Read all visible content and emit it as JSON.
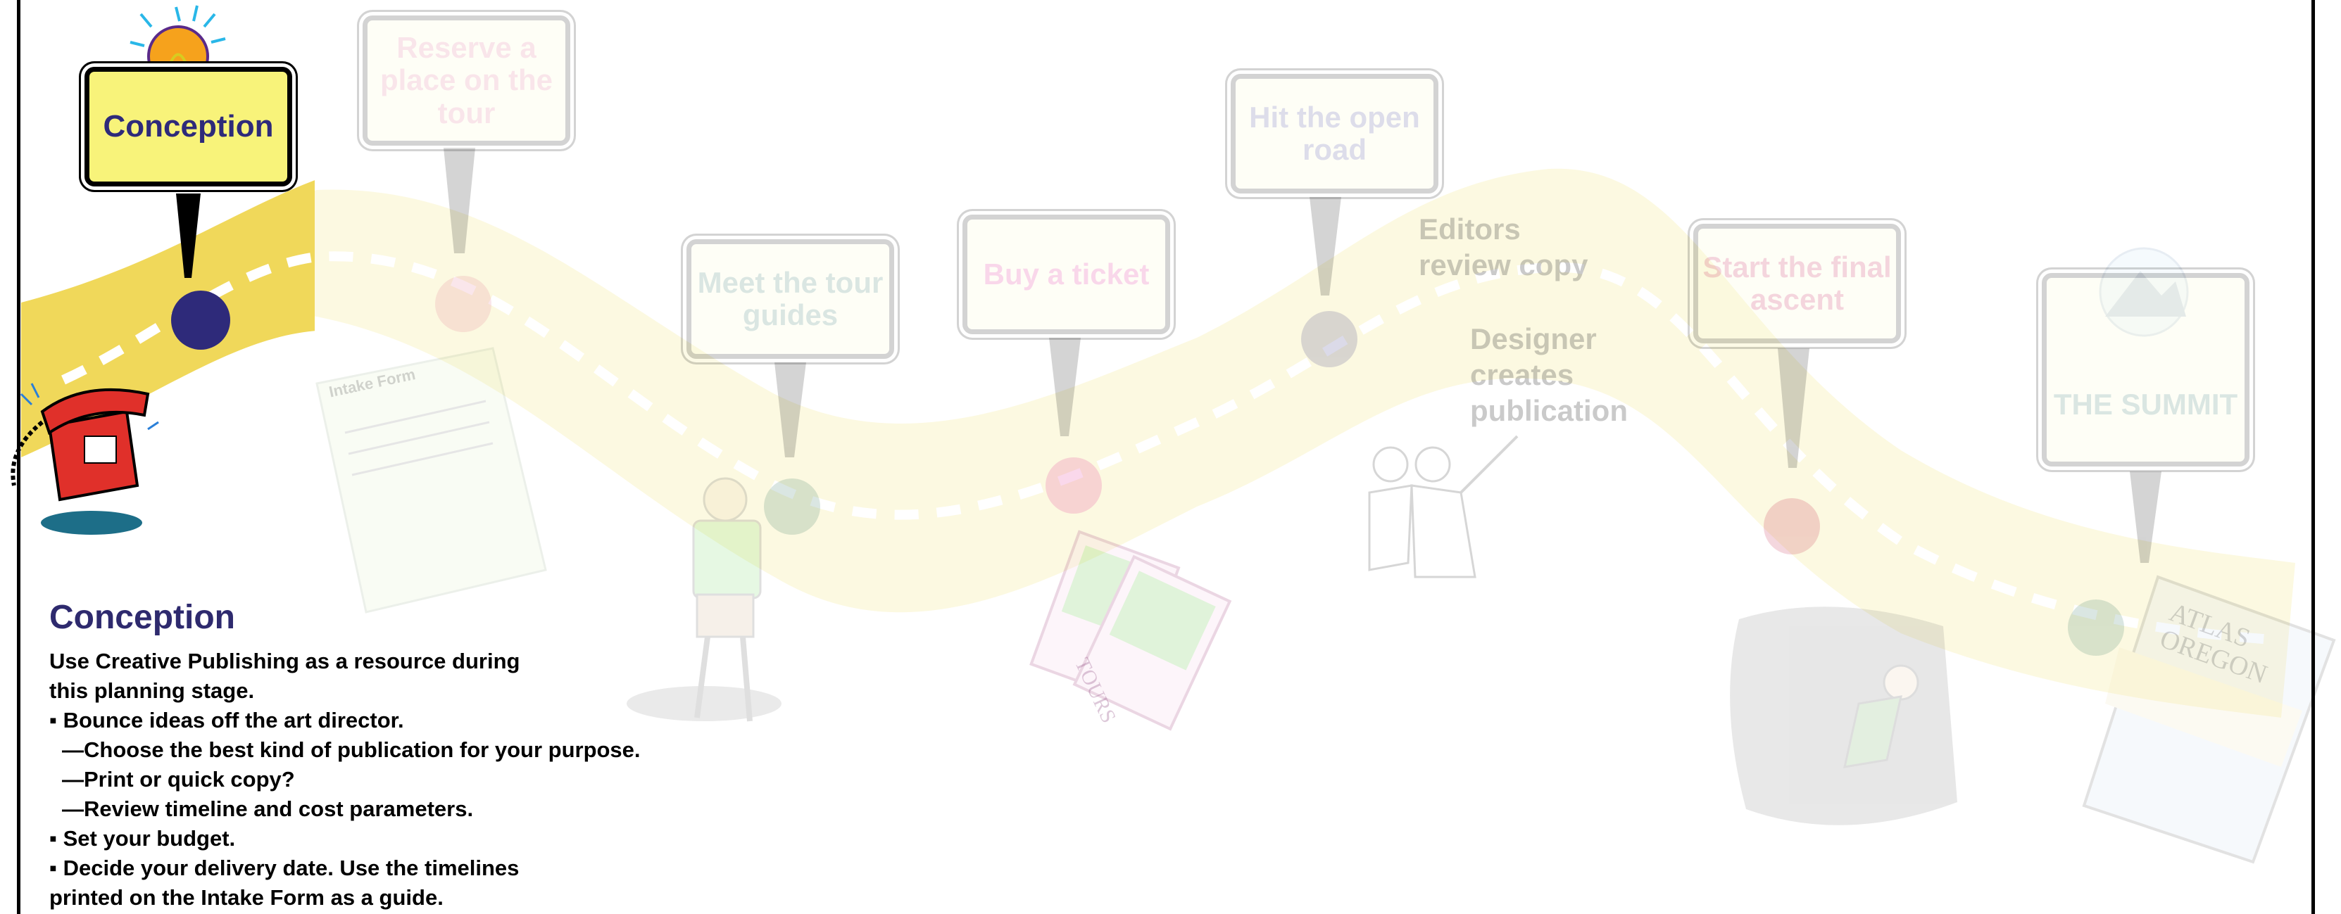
{
  "stages": [
    {
      "id": "conception",
      "label": "Conception",
      "pin_color": "#2e2a7a",
      "text_color": "#2e2a7a"
    },
    {
      "id": "reserve",
      "label": "Reserve a place on the tour",
      "pin_color": "#e06a8a",
      "text_color": "#e06a8a"
    },
    {
      "id": "meet",
      "label": "Meet the tour guides",
      "pin_color": "#2a6e5a",
      "text_color": "#2a6e5a"
    },
    {
      "id": "ticket",
      "label": "Buy a ticket",
      "pin_color": "#e0188a",
      "text_color": "#e0188a"
    },
    {
      "id": "road",
      "label": "Hit the open road",
      "pin_color": "#2e2a7a",
      "text_color": "#3b3b8a"
    },
    {
      "id": "ascent",
      "label": "Start the final ascent",
      "pin_color": "#c0103a",
      "text_color": "#c0103a"
    },
    {
      "id": "summit",
      "label": "THE SUMMIT",
      "pin_color": "#2a6e5a",
      "text_color": "#2a6e5a"
    }
  ],
  "captions": {
    "editors": "Editors review copy",
    "designer": "Designer creates publication"
  },
  "intake_form_label": "Intake Form",
  "ticket_label": "TOURS",
  "book_title": "ATLAS OREGON",
  "info": {
    "title": "Conception",
    "lines": [
      {
        "text": "Use Creative Publishing as a resource during",
        "type": "p"
      },
      {
        "text": "this planning stage.",
        "type": "p"
      },
      {
        "text": "▪ Bounce ideas off the art director.",
        "type": "p"
      },
      {
        "text": "—Choose the best kind of publication for your purpose.",
        "type": "sub"
      },
      {
        "text": "—Print or quick copy?",
        "type": "sub"
      },
      {
        "text": "—Review timeline and cost parameters.",
        "type": "sub"
      },
      {
        "text": "▪ Set your budget.",
        "type": "p"
      },
      {
        "text": "▪ Decide your delivery date. Use the timelines",
        "type": "p"
      },
      {
        "text": "printed on the Intake Form as a guide.",
        "type": "p"
      }
    ]
  },
  "colors": {
    "road": "#f2df6a",
    "sign_fill": "#fbfbd0",
    "accent_text": "#2e2a6e"
  }
}
